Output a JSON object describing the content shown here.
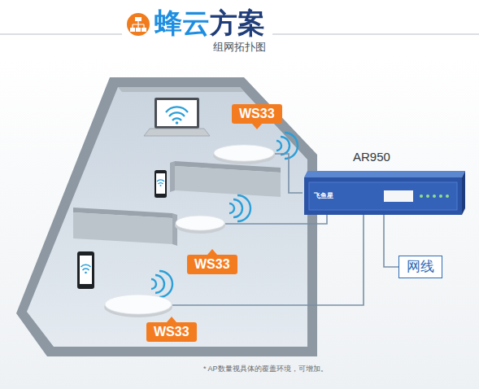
{
  "diagram": {
    "title": "蜂云方案",
    "nodes": [
      {
        "text": [
          "WS33"
        ]
      },
      {
        "text": [
          "AR950",
          "飞鱼星"
        ]
      },
      {
        "text": [
          "WS33"
        ]
      },
      {
        "text": [
          "网线"
        ]
      },
      {
        "text": [
          "WS33"
        ]
      }
    ],
    "edges": [
      {
        "from": 0,
        "to": 1,
        "arrow": "none"
      },
      {
        "from": 2,
        "to": 1,
        "arrow": "none"
      },
      {
        "from": 4,
        "to": 1,
        "arrow": "none"
      },
      {
        "from": 1,
        "to": 3,
        "arrow": "none"
      }
    ],
    "labels": [
      "组网拓扑图",
      "* AP数量视具体的覆盖环境，可增加。"
    ]
  }
}
